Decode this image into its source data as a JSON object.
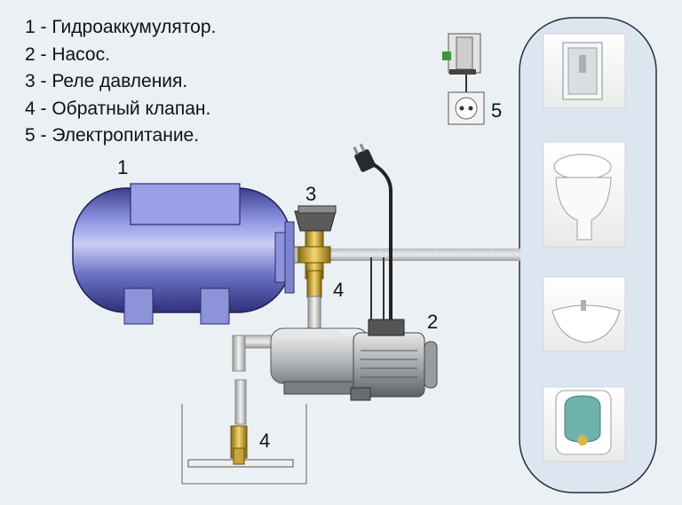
{
  "legend": [
    "1 - Гидроаккумулятор.",
    "2 - Насос.",
    "3 - Реле давления.",
    "4 - Обратный клапан.",
    "5 - Электропитание."
  ],
  "callouts": {
    "accumulator": "1",
    "pump": "2",
    "pressure_relay": "3",
    "check_valve_upper": "4",
    "check_valve_lower": "4",
    "power": "5"
  },
  "fixtures": [
    {
      "name": "shower-cabin-icon"
    },
    {
      "name": "toilet-icon"
    },
    {
      "name": "sink-icon"
    },
    {
      "name": "water-heater-icon"
    }
  ],
  "colors": {
    "background": "#eaf0f4",
    "tank": "#6a74c8",
    "fixture_panel": "#dce6f0",
    "pipe": "#c9ccc9"
  }
}
